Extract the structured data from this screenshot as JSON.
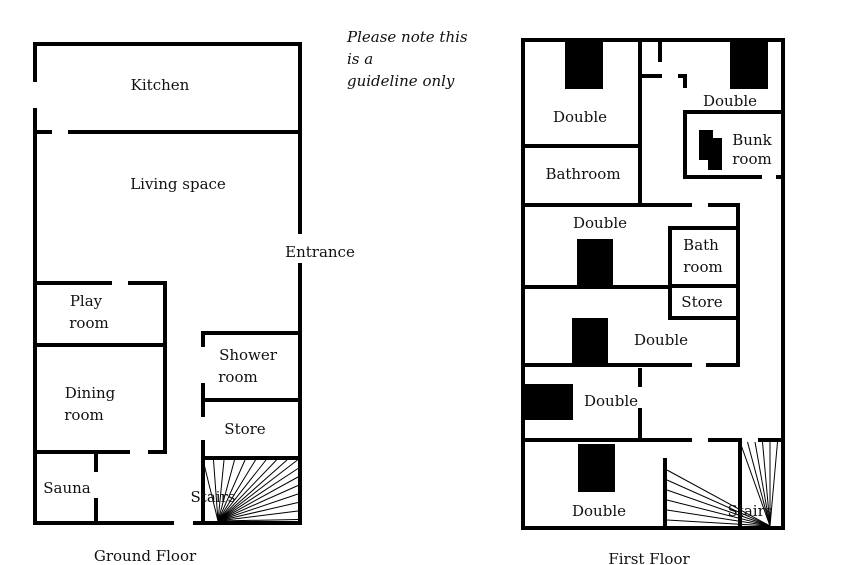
{
  "note": {
    "lines": [
      "Please note this",
      "is a",
      "guideline only"
    ]
  },
  "ground_floor": {
    "caption": "Ground Floor",
    "rooms": {
      "kitchen": "Kitchen",
      "living": "Living space",
      "entrance": "Entrance",
      "play": [
        "Play",
        "room"
      ],
      "dining": [
        "Dining",
        "room"
      ],
      "shower": [
        "Shower",
        "room"
      ],
      "store": "Store",
      "sauna": "Sauna",
      "stairs": "Stairs"
    }
  },
  "first_floor": {
    "caption": "First Floor",
    "rooms": {
      "double_1": "Double",
      "double_2": "Double",
      "bunk": [
        "Bunk",
        "room"
      ],
      "bathroom": "Bathroom",
      "double_3": "Double",
      "bath": [
        "Bath",
        "room"
      ],
      "store": "Store",
      "double_4": "Double",
      "double_5": "Double",
      "double_6": "Double",
      "stairs": "Stairs"
    }
  }
}
